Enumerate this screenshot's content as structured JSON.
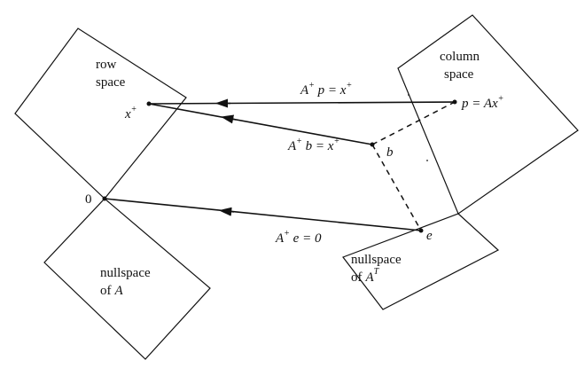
{
  "subspaces": {
    "row_space": {
      "line1": "row",
      "line2": "space"
    },
    "column_space": {
      "line1": "column",
      "line2": "space"
    },
    "nullspace_A": {
      "line1": "nullspace",
      "line2_pre": "of",
      "line2_var": "A"
    },
    "nullspace_AT": {
      "line1": "nullspace",
      "line2_pre": "of",
      "line2_var": "A",
      "line2_sup": "T"
    }
  },
  "points": {
    "x_plus": {
      "base": "x",
      "sup": "+"
    },
    "zero": "0",
    "p": {
      "text": "p = Ax",
      "sup": "+"
    },
    "b": "b",
    "e": "e"
  },
  "mappings": {
    "p_to_xplus": {
      "A": "A",
      "sup": "+",
      "rest": " p = x",
      "sup2": "+"
    },
    "b_to_xplus": {
      "A": "A",
      "sup": "+",
      "rest": " b = x",
      "sup2": "+"
    },
    "e_to_zero": {
      "A": "A",
      "sup": "+",
      "rest": " e = 0"
    }
  },
  "colors": {
    "ink": "#111111",
    "background": "#ffffff"
  }
}
